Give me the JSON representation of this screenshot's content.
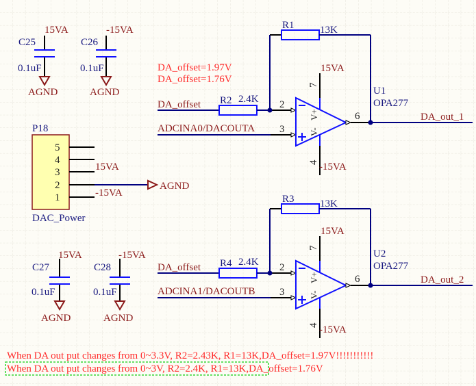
{
  "capacitors": [
    {
      "ref": "C25",
      "value": "0.1uF",
      "supply": "15VA",
      "ground": "AGND"
    },
    {
      "ref": "C26",
      "value": "0.1uF",
      "supply": "-15VA",
      "ground": "AGND"
    },
    {
      "ref": "C27",
      "value": "0.1uF",
      "supply": "15VA",
      "ground": "AGND"
    },
    {
      "ref": "C28",
      "value": "0.1uF",
      "supply": "-15VA",
      "ground": "AGND"
    }
  ],
  "connector": {
    "ref": "P18",
    "name": "DAC_Power",
    "pins": [
      "5",
      "4",
      "3",
      "2",
      "1"
    ],
    "net_pin3": "15VA",
    "net_pin1": "-15VA",
    "net_pin2": "AGND"
  },
  "annotations": [
    "DA_offset=1.97V",
    "DA_offset=1.76V"
  ],
  "opamps": [
    {
      "ref": "U1",
      "part": "OPA277",
      "in_neg": "DA_offset",
      "in_pos": "ADCINA0/DACOUTA",
      "out": "DA_out_1",
      "rin_ref": "R2",
      "rin_val": "2.4K",
      "rf_ref": "R1",
      "rf_val": "13K",
      "vpos": "15VA",
      "vneg": "-15VA",
      "pins": {
        "neg": "2",
        "pos": "3",
        "out": "6",
        "vp": "7",
        "vn": "4"
      },
      "vp_label": "V+",
      "vn_label": "V-",
      "minus": "−",
      "plus": "+"
    },
    {
      "ref": "U2",
      "part": "OPA277",
      "in_neg": "DA_offset",
      "in_pos": "ADCINA1/DACOUTB",
      "out": "DA_out_2",
      "rin_ref": "R4",
      "rin_val": "2.4K",
      "rf_ref": "R3",
      "rf_val": "13K",
      "vpos": "15VA",
      "vneg": "-15VA",
      "pins": {
        "neg": "2",
        "pos": "3",
        "out": "6",
        "vp": "7",
        "vn": "4"
      },
      "vp_label": "V+",
      "vn_label": "V-",
      "minus": "−",
      "plus": "+"
    }
  ],
  "notes": [
    "When DA out put changes from 0~3.3V, R2=2.43K, R1=13K,DA_offset=1.97V!!!!!!!!!!!",
    "When DA out put changes from 0~3V, R2=2.4K, R1=13K,DA_offset=1.76V"
  ],
  "colors": {
    "wire": "#000080",
    "component": "#1010ff",
    "power_label": "#8b1a1a",
    "note": "#ff2a2a",
    "connector_fill": "#ffffb0"
  }
}
